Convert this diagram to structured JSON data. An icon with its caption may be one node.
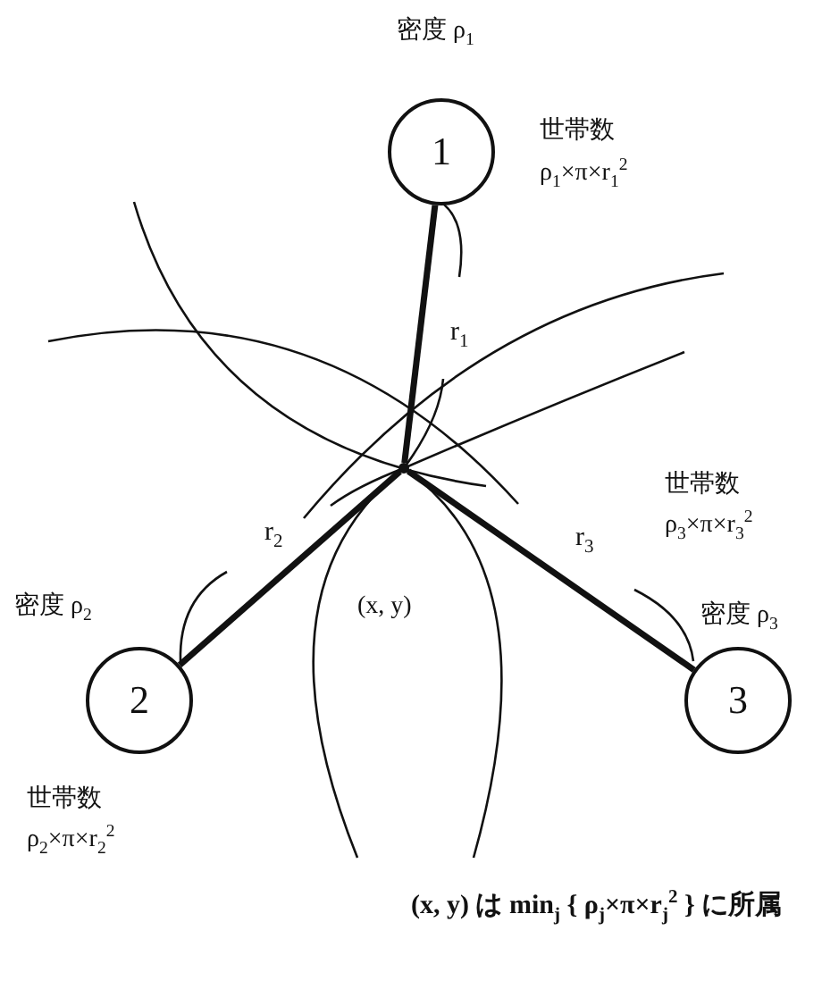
{
  "diagram": {
    "nodes": [
      {
        "text": [
          "1"
        ],
        "beside": [
          "密度 ρ$_{1}$",
          "世帯数",
          "ρ$_{1}$×π×r$_{1}$$^{2}$"
        ]
      },
      {
        "text": [
          "2"
        ],
        "beside": [
          "密度 ρ$_{2}$",
          "世帯数",
          "ρ$_{2}$×π×r$_{2}$$^{2}$"
        ]
      },
      {
        "text": [
          "3"
        ],
        "beside": [
          "世帯数",
          "ρ$_{3}$×π×r$_{3}$$^{2}$",
          "密度 ρ$_{3}$"
        ]
      },
      {
        "text": [],
        "shape": "point"
      }
    ],
    "edges": [
      {
        "from": 3,
        "to": 0,
        "arrow": "none",
        "label": "r$_{1}$"
      },
      {
        "from": 3,
        "to": 1,
        "arrow": "none",
        "label": "r$_{2}$"
      },
      {
        "from": 3,
        "to": 2,
        "arrow": "none",
        "label": "r$_{3}$"
      }
    ],
    "labels": [
      "(x, y)",
      "(x, y) は min$_{j}$ { ρ$_{j}$×π×r$_{j}$$^{2}$ } に所属"
    ]
  }
}
